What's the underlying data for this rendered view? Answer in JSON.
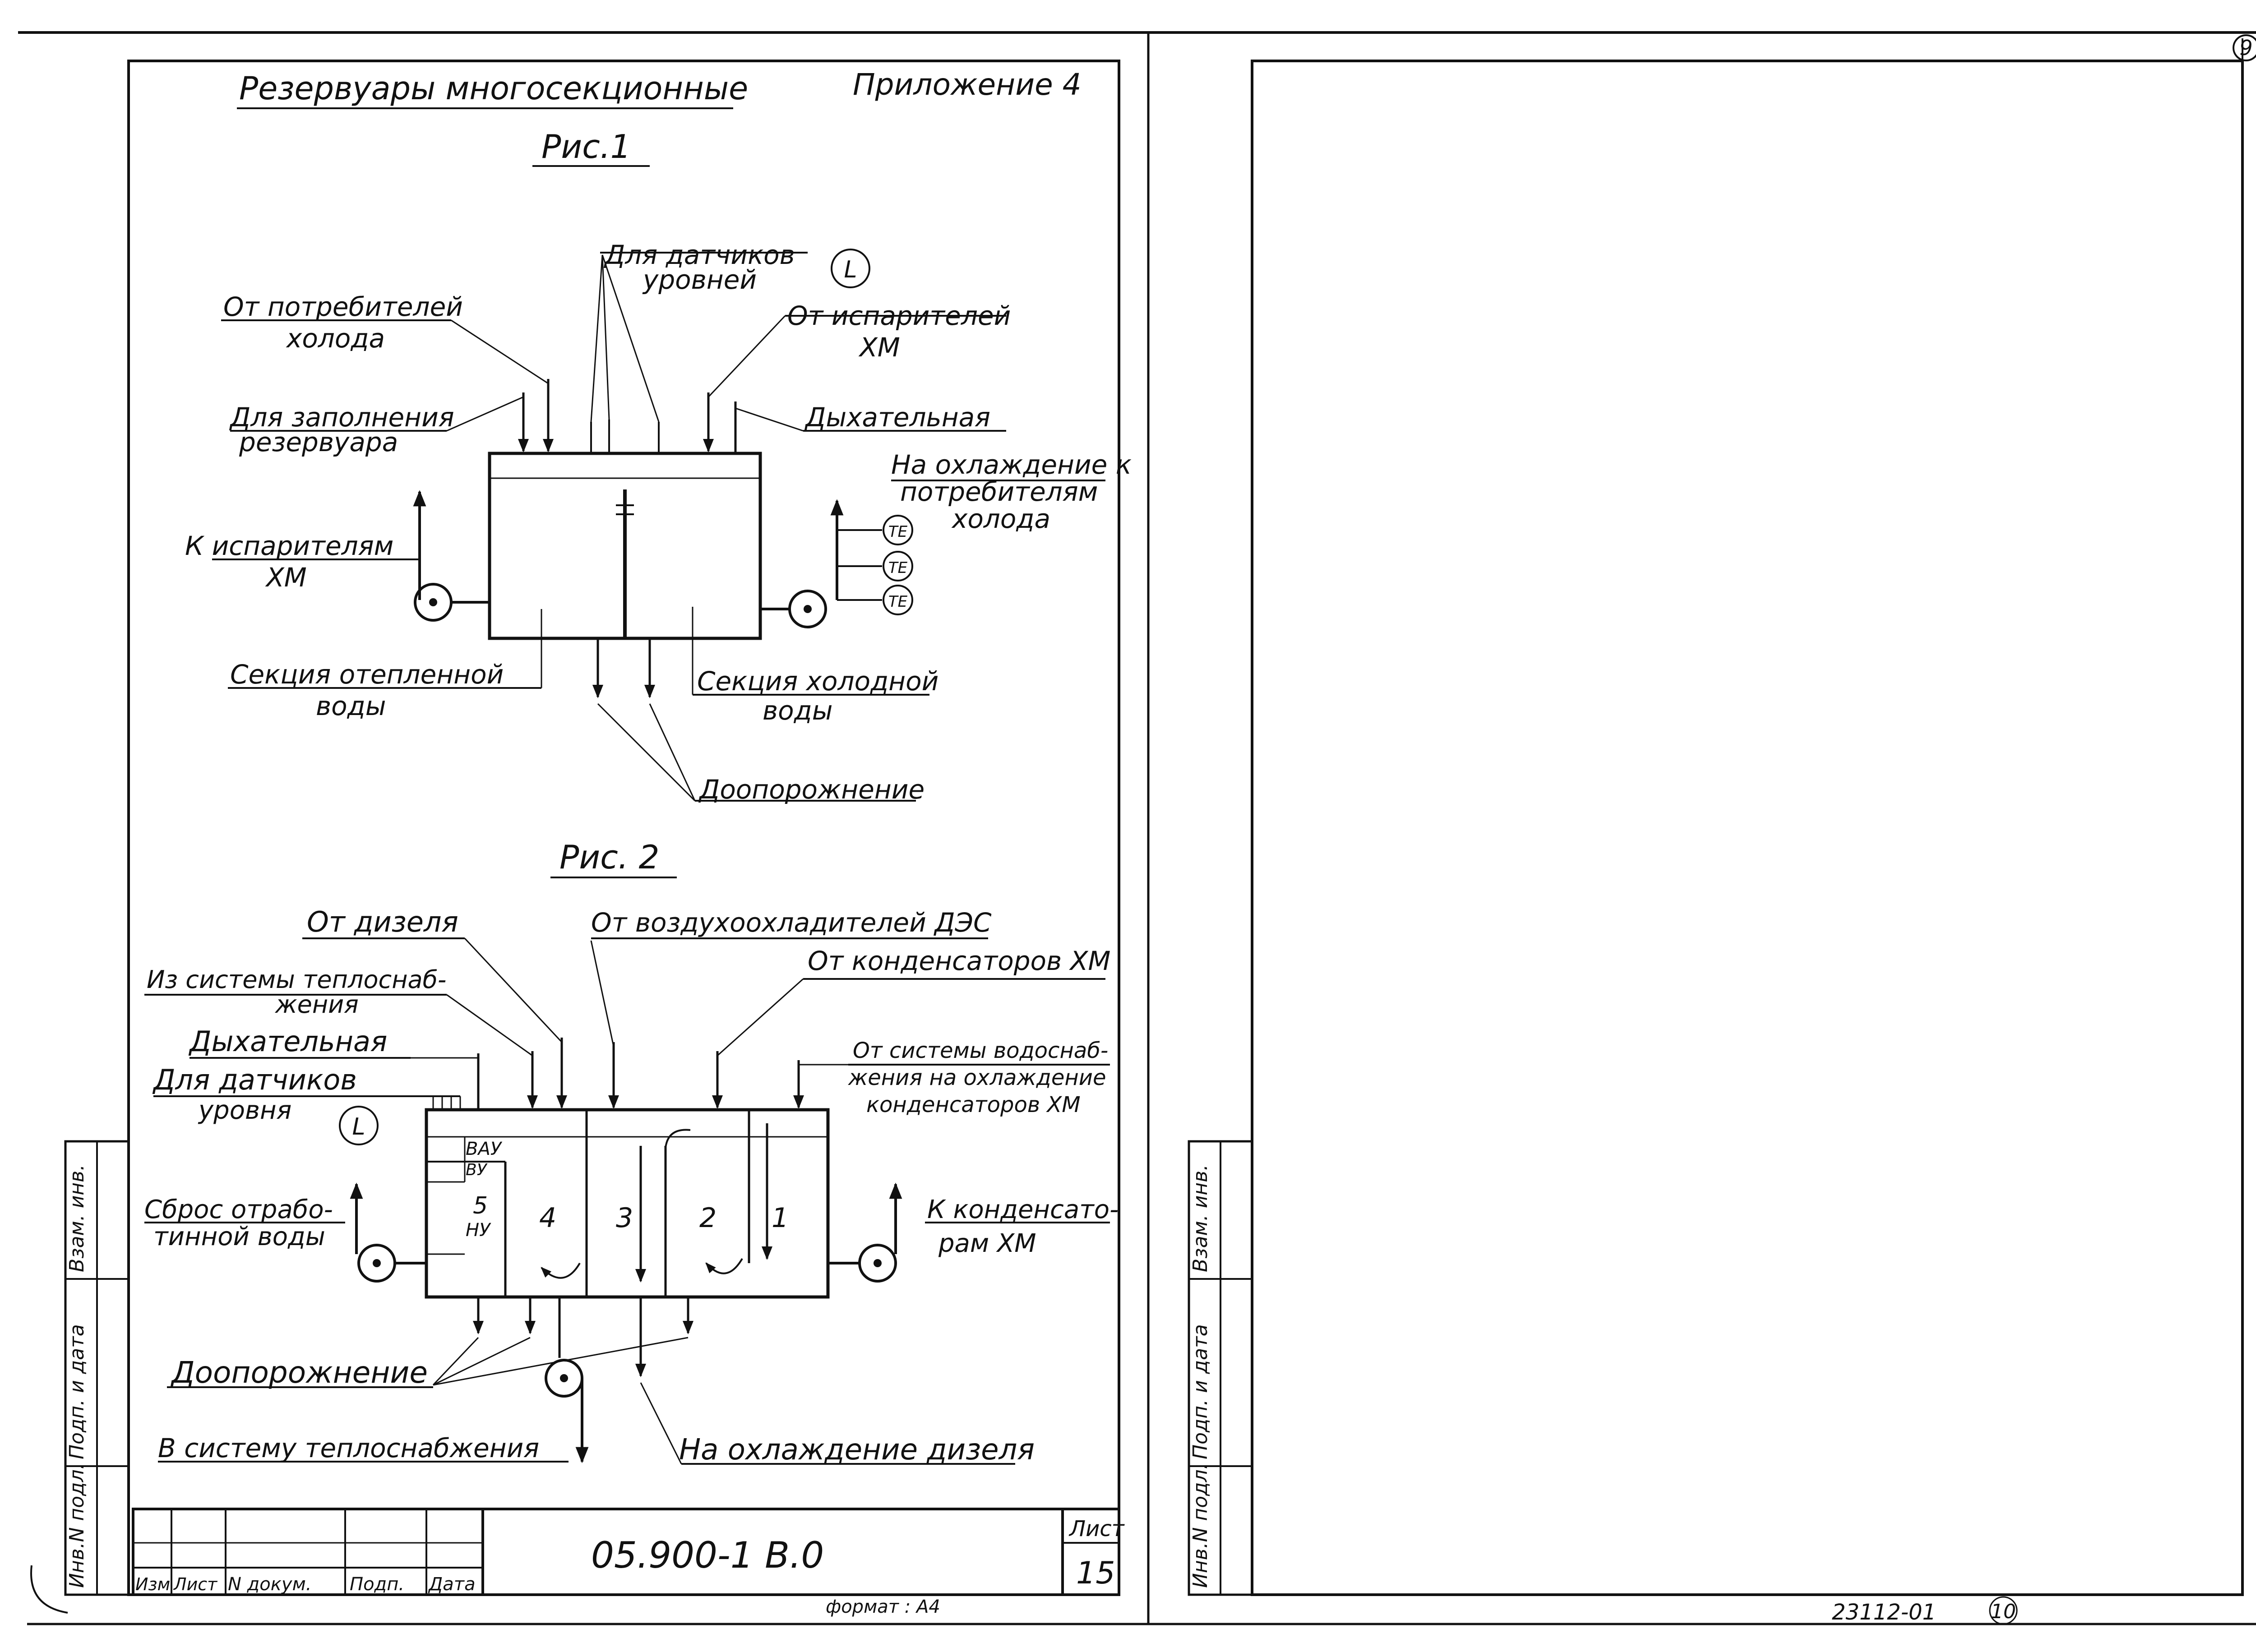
{
  "page_number_top": "9",
  "header": {
    "title": "Резервуары многосекционные",
    "appendix": "Приложение 4"
  },
  "fig1": {
    "caption": "Рис.1",
    "sensors": [
      "Для датчиков",
      "уровней"
    ],
    "level_symbol": "L",
    "from_consumers": [
      "От потребителей",
      "холода"
    ],
    "from_evaporators": [
      "От испарителей",
      "ХМ"
    ],
    "fill": [
      "Для заполнения",
      "резервуара"
    ],
    "breathing": "Дыхательная",
    "to_cooling": [
      "На охлаждение к",
      "потребителям",
      "холода"
    ],
    "to_evaporators": [
      "К испарителям",
      "ХМ"
    ],
    "te_symbol": "TE",
    "warm_section": [
      "Секция отепленной",
      "воды"
    ],
    "cold_section": [
      "Секция холодной",
      "воды"
    ],
    "drain": "Доопорожнение"
  },
  "fig2": {
    "caption": "Рис. 2",
    "from_diesel": "От дизеля",
    "from_air_coolers": "От воздухоохладителей ДЭС",
    "from_condensers": "От конденсаторов ХМ",
    "from_heating": [
      "Из системы теплоснаб-",
      "жения"
    ],
    "breathing": "Дыхательная",
    "from_water_supply": [
      "От системы водоснаб-",
      "жения на охлаждение",
      "конденсаторов ХМ"
    ],
    "sensors": [
      "Для датчиков",
      "уровня"
    ],
    "level_symbol": "L",
    "waste_water": [
      "Сброс отрабо-",
      "тинной воды"
    ],
    "to_condensers": [
      "К конденсато-",
      "рам ХМ"
    ],
    "vau": "ВАУ",
    "vu": "ВУ",
    "nu": "НУ",
    "sections": [
      "5",
      "4",
      "3",
      "2",
      "1"
    ],
    "drain": "Доопорожнение",
    "to_heating": "В систему теплоснабжения",
    "diesel_cooling": "На охлаждение дизеля"
  },
  "stamp": {
    "headers": [
      "Изм",
      "Лист",
      "N докум.",
      "Подп.",
      "Дата"
    ],
    "doc_code": "05.900-1 В.0",
    "sheet_label": "Лист",
    "sheet_number": "15"
  },
  "side_labels": [
    "Инв.N подл.",
    "Подп. и дата",
    "Взам. инв."
  ],
  "format_label": "формат : А4",
  "footer_code": "23112-01",
  "footer_page": "10"
}
